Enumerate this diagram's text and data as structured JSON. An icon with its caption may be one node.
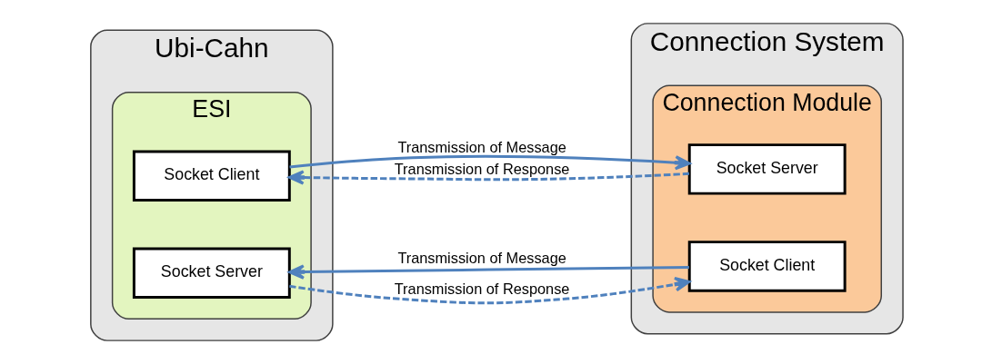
{
  "diagram": {
    "nodes": [
      {
        "text": [
          "Ubi-Cahn"
        ]
      },
      {
        "text": [
          "ESI"
        ],
        "in": 0
      },
      {
        "text": [
          "Socket Client"
        ],
        "in": 1
      },
      {
        "text": [
          "Socket Server"
        ],
        "in": 1
      },
      {
        "text": [
          "Connection System"
        ]
      },
      {
        "text": [
          "Connection Module"
        ],
        "in": 4
      },
      {
        "text": [
          "Socket Server"
        ],
        "in": 5
      },
      {
        "text": [
          "Socket Client"
        ],
        "in": 5
      }
    ],
    "edges": [
      {
        "from": 2,
        "to": 6,
        "arrow": "to",
        "label": "Transmission of Message"
      },
      {
        "from": 6,
        "to": 2,
        "arrow": "to",
        "label": "Transmission of Response",
        "style": "dashed"
      },
      {
        "from": 7,
        "to": 3,
        "arrow": "to",
        "label": "Transmission of Message"
      },
      {
        "from": 3,
        "to": 7,
        "arrow": "to",
        "label": "Transmission of Response",
        "style": "dashed"
      }
    ]
  }
}
